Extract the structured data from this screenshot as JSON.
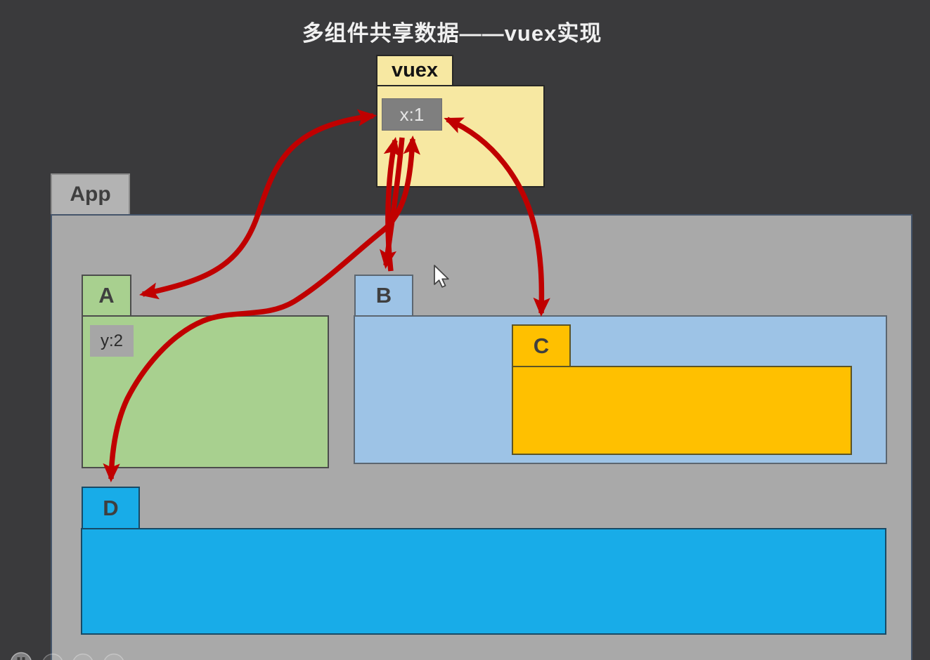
{
  "slide": {
    "title": "多组件共享数据——vuex实现"
  },
  "diagram": {
    "store": {
      "name": "vuex",
      "state_label": "x:1"
    },
    "app": {
      "name": "App"
    },
    "components": {
      "a": {
        "label": "A",
        "data_label": "y:2"
      },
      "b": {
        "label": "B"
      },
      "c": {
        "label": "C"
      },
      "d": {
        "label": "D"
      }
    },
    "arrows": [
      {
        "between": [
          "A",
          "vuex:x:1"
        ],
        "heads": "both"
      },
      {
        "between": [
          "B",
          "vuex:x:1"
        ],
        "heads": "into-vuex"
      },
      {
        "between": [
          "vuex:x:1",
          "B"
        ],
        "heads": "into-B"
      },
      {
        "between": [
          "C",
          "vuex:x:1"
        ],
        "heads": "both"
      },
      {
        "between": [
          "D",
          "vuex:x:1"
        ],
        "heads": "both"
      }
    ],
    "arrow_color": "#c00000"
  },
  "colors": {
    "background": "#3a3a3c",
    "store_fill": "#f7e8a2",
    "state_box_fill": "#7f7f7f",
    "app_fill": "#a9a9a9",
    "component_a_fill": "#a8d08f",
    "component_b_fill": "#9dc3e6",
    "component_c_fill": "#ffc000",
    "component_d_fill": "#18ace8",
    "title_color": "#f0f0f0"
  },
  "recorder_controls": {
    "buttons": [
      {
        "icon": "pause"
      },
      {
        "icon": "circle"
      },
      {
        "icon": "circle"
      },
      {
        "icon": "circle"
      }
    ]
  }
}
